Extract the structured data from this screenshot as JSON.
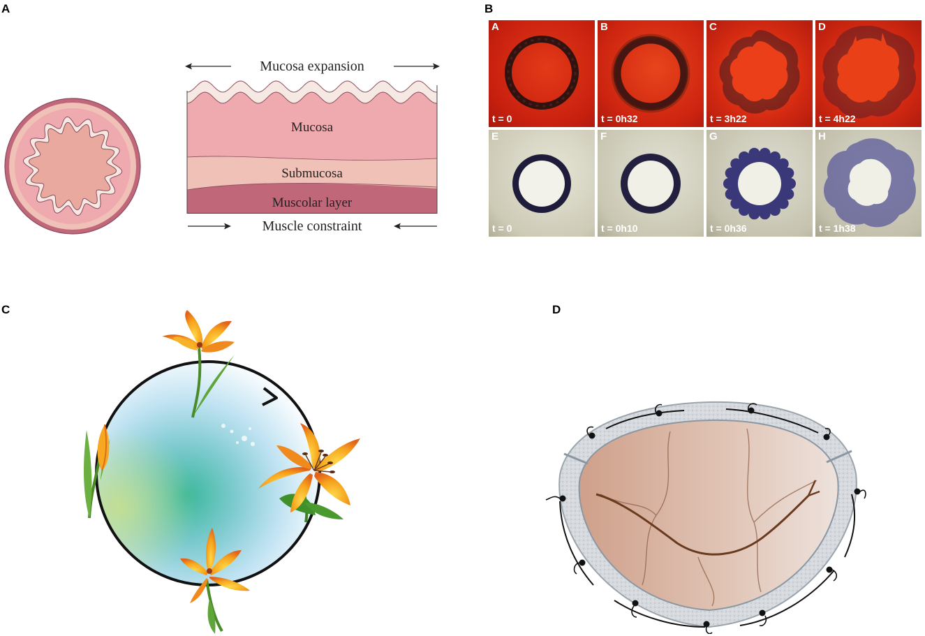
{
  "panels": {
    "a": {
      "letter": "A",
      "top_label": "Mucosa expansion",
      "bottom_label": "Muscle constraint",
      "layers": [
        "Mucosa",
        "Submucosa",
        "Muscolar layer"
      ]
    },
    "b": {
      "letter": "B",
      "frames": [
        {
          "sub": "A",
          "time": "t = 0"
        },
        {
          "sub": "B",
          "time": "t = 0h32"
        },
        {
          "sub": "C",
          "time": "t = 3h22"
        },
        {
          "sub": "D",
          "time": "t = 4h22"
        },
        {
          "sub": "E",
          "time": "t = 0"
        },
        {
          "sub": "F",
          "time": "t = 0h10"
        },
        {
          "sub": "G",
          "time": "t = 0h36"
        },
        {
          "sub": "H",
          "time": "t = 1h38"
        }
      ]
    },
    "c": {
      "letter": "C"
    },
    "d": {
      "letter": "D"
    }
  },
  "colors": {
    "mucosa": "#eeaaae",
    "submucosa": "#f0c1b7",
    "muscle": "#c0677a",
    "epithelium": "#f6e9e4",
    "red_dish": "#d62a12",
    "white_dish": "#dcdac8",
    "ink_blue": "#2c2a6a",
    "lily_orange": "#f39a1e",
    "graft_gray": "#cfd3d8",
    "tissue_tan": "#d9b29b"
  }
}
